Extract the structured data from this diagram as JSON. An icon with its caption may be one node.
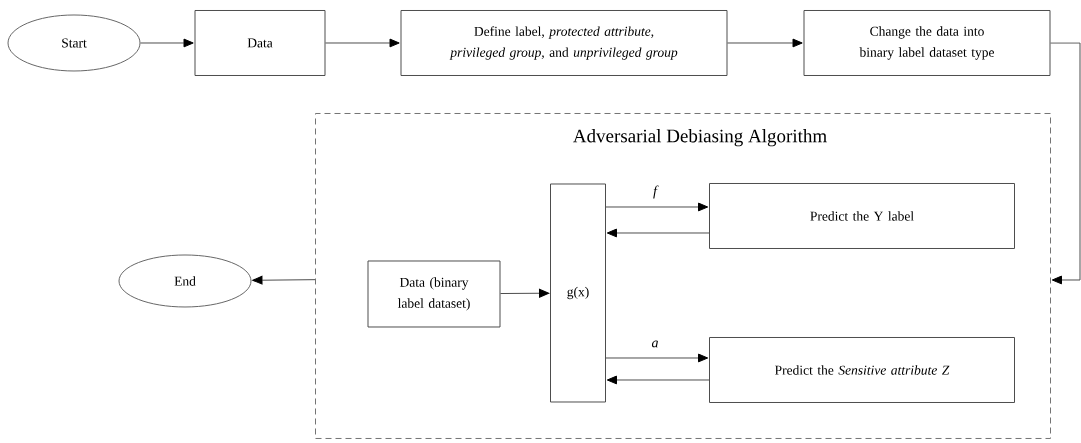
{
  "diagram": {
    "nodes": [
      {
        "text": [
          "Start"
        ]
      },
      {
        "text": [
          "Data"
        ]
      },
      {
        "text": [
          "Define label, *protected attribute*, *privileged group*, and *unprivileged group*"
        ]
      },
      {
        "text": [
          "Change the data into binary label dataset type"
        ]
      },
      {
        "text": [
          "Adversarial Debiasing Algorithm"
        ]
      },
      {
        "text": [
          "Data (binary label dataset)"
        ],
        "in": 4
      },
      {
        "text": [
          "g(x)"
        ],
        "in": 4
      },
      {
        "text": [
          "Predict the Y label"
        ],
        "in": 4
      },
      {
        "text": [
          "Predict the *Sensitive attribute Z*"
        ],
        "in": 4
      },
      {
        "text": [
          "End"
        ]
      }
    ],
    "edges": [
      {
        "from": 0,
        "to": 1,
        "arrow": "to"
      },
      {
        "from": 1,
        "to": 2,
        "arrow": "to"
      },
      {
        "from": 2,
        "to": 3,
        "arrow": "to"
      },
      {
        "from": 3,
        "to": 4,
        "arrow": "to"
      },
      {
        "from": 5,
        "to": 6,
        "arrow": "to"
      },
      {
        "from": 6,
        "to": 7,
        "arrow": "to",
        "label": "f"
      },
      {
        "from": 7,
        "to": 6,
        "arrow": "to"
      },
      {
        "from": 6,
        "to": 8,
        "arrow": "to",
        "label": "a"
      },
      {
        "from": 8,
        "to": 6,
        "arrow": "to"
      },
      {
        "from": 4,
        "to": 9,
        "arrow": "to"
      }
    ]
  }
}
